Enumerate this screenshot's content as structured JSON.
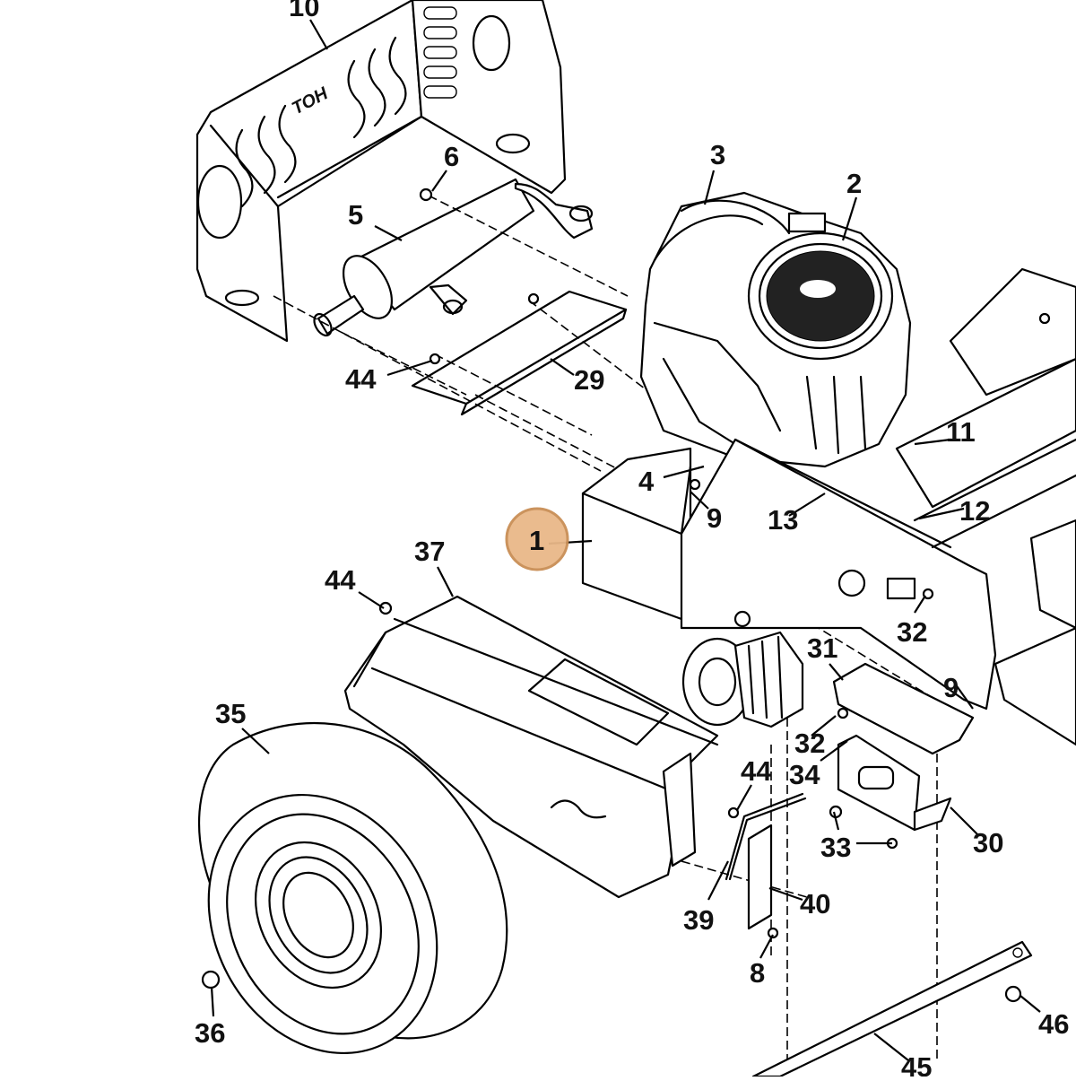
{
  "diagram": {
    "highlighted_part": "1",
    "shield_lettering": "TOH",
    "callouts": [
      "1",
      "2",
      "3",
      "4",
      "5",
      "6",
      "8",
      "9",
      "9",
      "10",
      "11",
      "12",
      "13",
      "29",
      "30",
      "31",
      "32",
      "32",
      "33",
      "34",
      "35",
      "36",
      "37",
      "39",
      "40",
      "44",
      "44",
      "44",
      "45",
      "46"
    ]
  }
}
